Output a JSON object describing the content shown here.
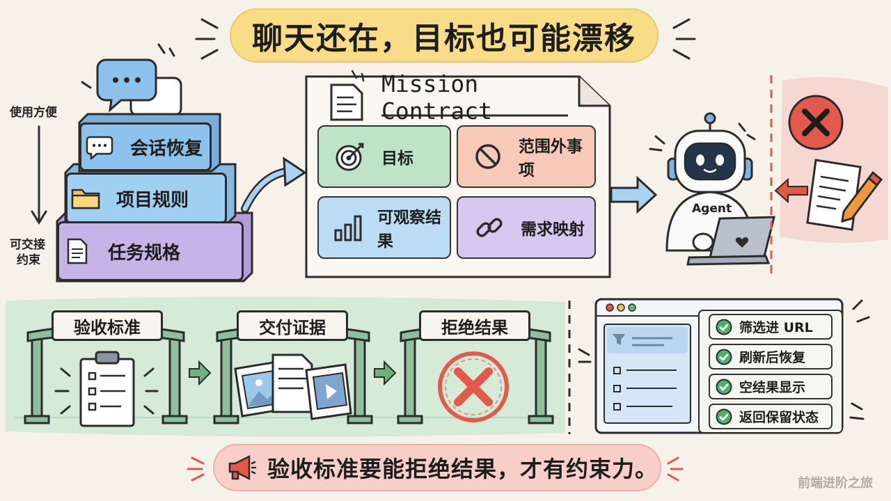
{
  "title": "聊天还在，目标也可能漂移",
  "left_stack": {
    "top_label": "使用方便",
    "bottom_label_line1": "可交接",
    "bottom_label_line2": "约束",
    "layers": [
      {
        "label": "会话恢复",
        "icon": "chat-bubble-icon",
        "color": "#8ec1ec"
      },
      {
        "label": "项目规则",
        "icon": "folder-icon",
        "color": "#9fd0f2"
      },
      {
        "label": "任务规格",
        "icon": "document-icon",
        "color": "#c6b3e8"
      }
    ]
  },
  "contract": {
    "title": "Mission Contract",
    "cells": [
      {
        "label": "目标",
        "icon": "target-icon",
        "color": "#bfe3c6"
      },
      {
        "label": "范围外事项",
        "icon": "prohibited-icon",
        "color": "#f6c9b8"
      },
      {
        "label": "可观察结果",
        "icon": "bar-chart-icon",
        "color": "#bcdcf3"
      },
      {
        "label": "需求映射",
        "icon": "link-icon",
        "color": "#d6c8ee"
      }
    ]
  },
  "agent": {
    "label": "Agent"
  },
  "gates": [
    {
      "label": "验收标准",
      "icon": "clipboard-icon"
    },
    {
      "label": "交付证据",
      "icon": "media-files-icon"
    },
    {
      "label": "拒绝结果",
      "icon": "reject-x-icon"
    }
  ],
  "checklist": {
    "items": [
      {
        "label": "筛选进 URL"
      },
      {
        "label": "刷新后恢复"
      },
      {
        "label": "空结果显示"
      },
      {
        "label": "返回保留状态"
      }
    ]
  },
  "bottom_message": "验收标准要能拒绝结果，才有约束力。",
  "watermark": "前端进阶之旅",
  "colors": {
    "title_bg": "#f9dc86",
    "green_band": "#d5ead7",
    "gate_green": "#8fbf9c",
    "check_green": "#4cb06a",
    "reject_red": "#e35a4c",
    "bottom_pill": "#f8cfc8"
  }
}
